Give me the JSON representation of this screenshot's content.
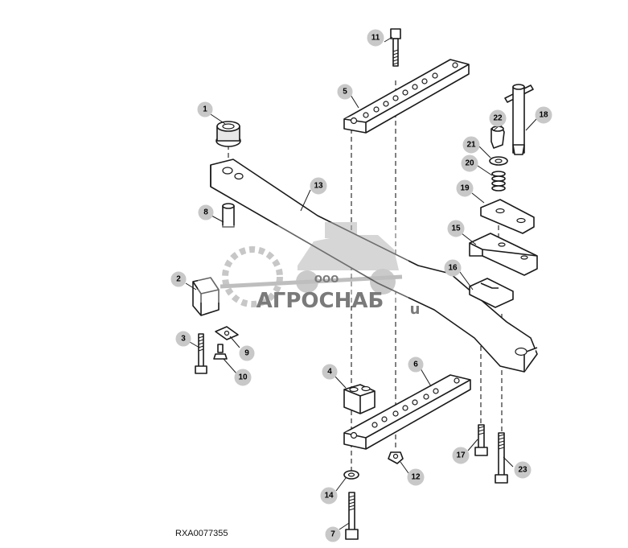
{
  "diagram": {
    "callouts": [
      "1",
      "2",
      "3",
      "4",
      "5",
      "6",
      "7",
      "8",
      "9",
      "10",
      "11",
      "12",
      "13",
      "14",
      "15",
      "16",
      "17",
      "18",
      "19",
      "20",
      "21",
      "22",
      "23"
    ],
    "figure_code": "RXA0077355"
  },
  "watermark": {
    "prefix": "ООО",
    "brand": "АГРОСНАБ",
    "suffix": "u"
  }
}
